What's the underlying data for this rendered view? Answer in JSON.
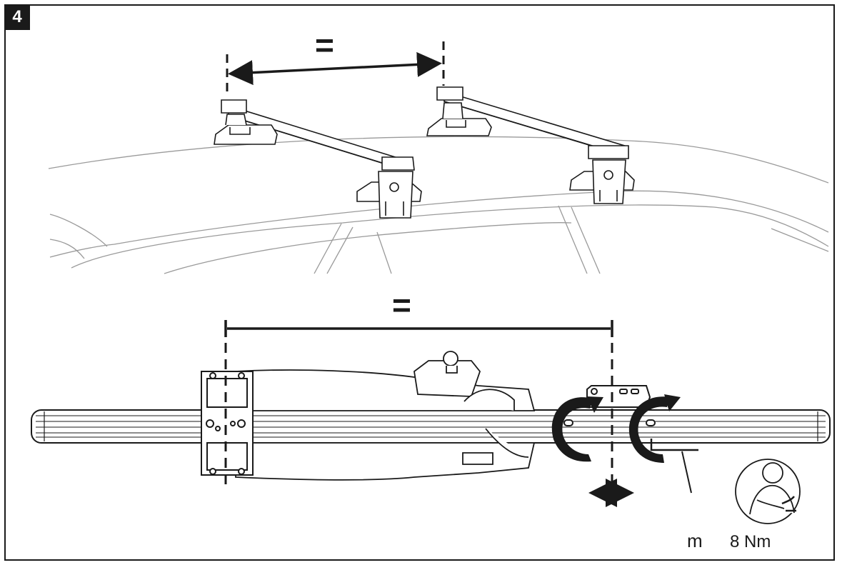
{
  "step": {
    "number": "4"
  },
  "top_panel": {
    "spacing_symbol": "="
  },
  "bottom_panel": {
    "spacing_symbol": "=",
    "part_label": "m",
    "torque_label": "8 Nm"
  },
  "colors": {
    "ink": "#1a1a1a",
    "body_line": "#9a9a9a",
    "background": "#ffffff"
  },
  "icons": [
    "double-arrow-icon",
    "rotate-arrow-icon",
    "torque-person-icon",
    "hex-key-icon"
  ]
}
